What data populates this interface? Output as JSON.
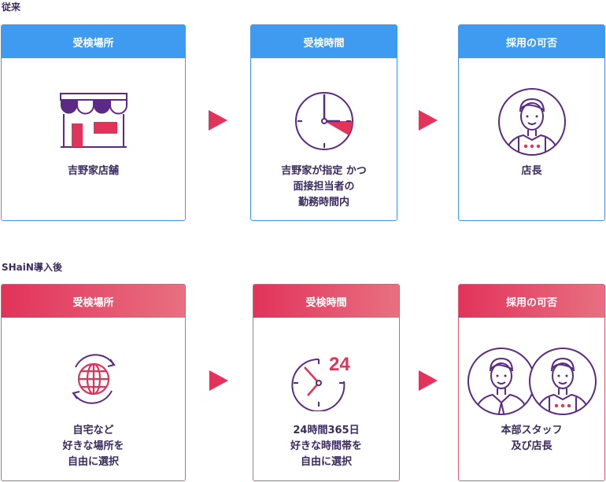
{
  "sections": {
    "old": {
      "title": "従来",
      "cards": [
        {
          "header": "受検場所",
          "lines": [
            "吉野家店舗"
          ],
          "icon": "store-icon"
        },
        {
          "header": "受検時間",
          "lines": [
            "吉野家が指定 かつ",
            "面接担当者の",
            "勤務時間内"
          ],
          "icon": "clock-icon"
        },
        {
          "header": "採用の可否",
          "lines": [
            "店長"
          ],
          "icon": "manager-icon"
        }
      ]
    },
    "new": {
      "title": "SHaiN導入後",
      "cards": [
        {
          "header": "受検場所",
          "lines": [
            "自宅など",
            "好きな場所を",
            "自由に選択"
          ],
          "icon": "globe-icon"
        },
        {
          "header": "受検時間",
          "lines": [
            "24時間365日",
            "好きな時間帯を",
            "自由に選択"
          ],
          "icon": "clock-24-icon",
          "icon_text": "24"
        },
        {
          "header": "採用の可否",
          "lines": [
            "本部スタッフ",
            "及び店長"
          ],
          "icon": "staff-and-manager-icon"
        }
      ]
    }
  },
  "colors": {
    "old_accent": "#3f9bf0",
    "new_accent": "#e2335a",
    "icon_stroke": "#5b2a86",
    "icon_fill": "#e2335a",
    "text": "#3a2a5e"
  }
}
